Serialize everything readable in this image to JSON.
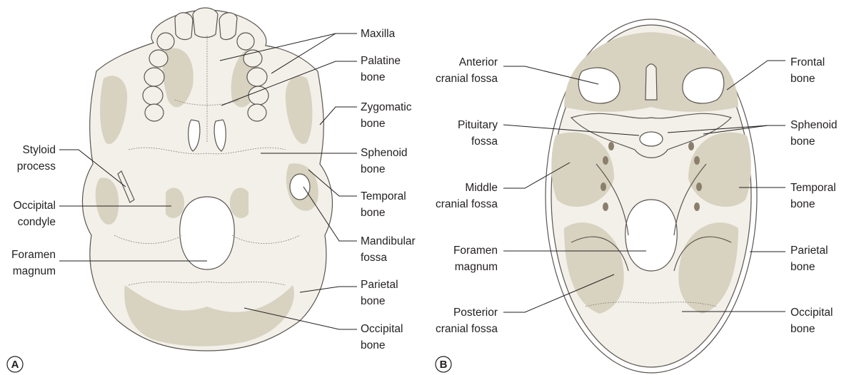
{
  "panel_a": {
    "letter": "A",
    "labels": {
      "maxilla": [
        "Maxilla"
      ],
      "palatine": [
        "Palatine",
        "bone"
      ],
      "zygomatic": [
        "Zygomatic",
        "bone"
      ],
      "sphenoid": [
        "Sphenoid",
        "bone"
      ],
      "temporal": [
        "Temporal",
        "bone"
      ],
      "mandibular": [
        "Mandibular",
        "fossa"
      ],
      "parietal": [
        "Parietal",
        "bone"
      ],
      "occipital": [
        "Occipital",
        "bone"
      ],
      "styloid": [
        "Styloid",
        "process"
      ],
      "condyle": [
        "Occipital",
        "condyle"
      ],
      "foramen": [
        "Foramen",
        "magnum"
      ]
    }
  },
  "panel_b": {
    "letter": "B",
    "labels": {
      "anterior": [
        "Anterior",
        "cranial fossa"
      ],
      "pituitary": [
        "Pituitary",
        "fossa"
      ],
      "middle": [
        "Middle",
        "cranial fossa"
      ],
      "foramen": [
        "Foramen",
        "magnum"
      ],
      "posterior": [
        "Posterior",
        "cranial fossa"
      ],
      "frontal": [
        "Frontal",
        "bone"
      ],
      "sphenoid": [
        "Sphenoid",
        "bone"
      ],
      "temporal": [
        "Temporal",
        "bone"
      ],
      "parietal": [
        "Parietal",
        "bone"
      ],
      "occipital": [
        "Occipital",
        "bone"
      ]
    }
  }
}
